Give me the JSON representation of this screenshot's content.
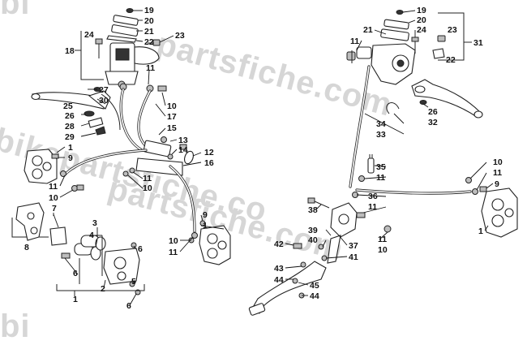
{
  "watermark": {
    "top": "bi",
    "middle_right": "partsfiche.com",
    "middle_left": "bikepartsfiche.co",
    "center": "partsfiche.com",
    "bottom_left": "bi"
  },
  "callouts": {
    "l19": "19",
    "l20": "20",
    "l21": "21",
    "l22": "22",
    "l23": "23",
    "l24": "24",
    "l18": "18",
    "l11a": "11",
    "l10a": "10",
    "l17": "17",
    "l15": "15",
    "l27": "27",
    "l30": "30",
    "l25": "25",
    "l26": "26",
    "l28": "28",
    "l29": "29",
    "l1a": "1",
    "l9a": "9",
    "l13": "13",
    "l14": "14",
    "l12": "12",
    "l16": "16",
    "l11b": "11",
    "l10b": "10",
    "l11c": "11",
    "l10c": "10",
    "l9b": "9",
    "l1b": "1",
    "l10d": "10",
    "l11d": "11",
    "l7": "7",
    "l8": "8",
    "l3": "3",
    "l4": "4",
    "l6a": "6",
    "l6b": "6",
    "l2": "2",
    "l5": "5",
    "l1c": "1",
    "l6c": "6",
    "r19": "19",
    "r20": "20",
    "r21": "21",
    "r24": "24",
    "r11a": "11",
    "r23": "23",
    "r31": "31",
    "r22": "22",
    "r34": "34",
    "r33": "33",
    "r26": "26",
    "r32": "32",
    "r35": "35",
    "r11b": "11",
    "r36": "36",
    "r11c": "11",
    "r10a": "10",
    "r11d": "11",
    "r9": "9",
    "r38": "38",
    "r39": "39",
    "r40": "40",
    "r42": "42",
    "r37": "37",
    "r41": "41",
    "r11e": "11",
    "r10b": "10",
    "r43": "43",
    "r44a": "44",
    "r45": "45",
    "r44b": "44",
    "r1": "1"
  }
}
